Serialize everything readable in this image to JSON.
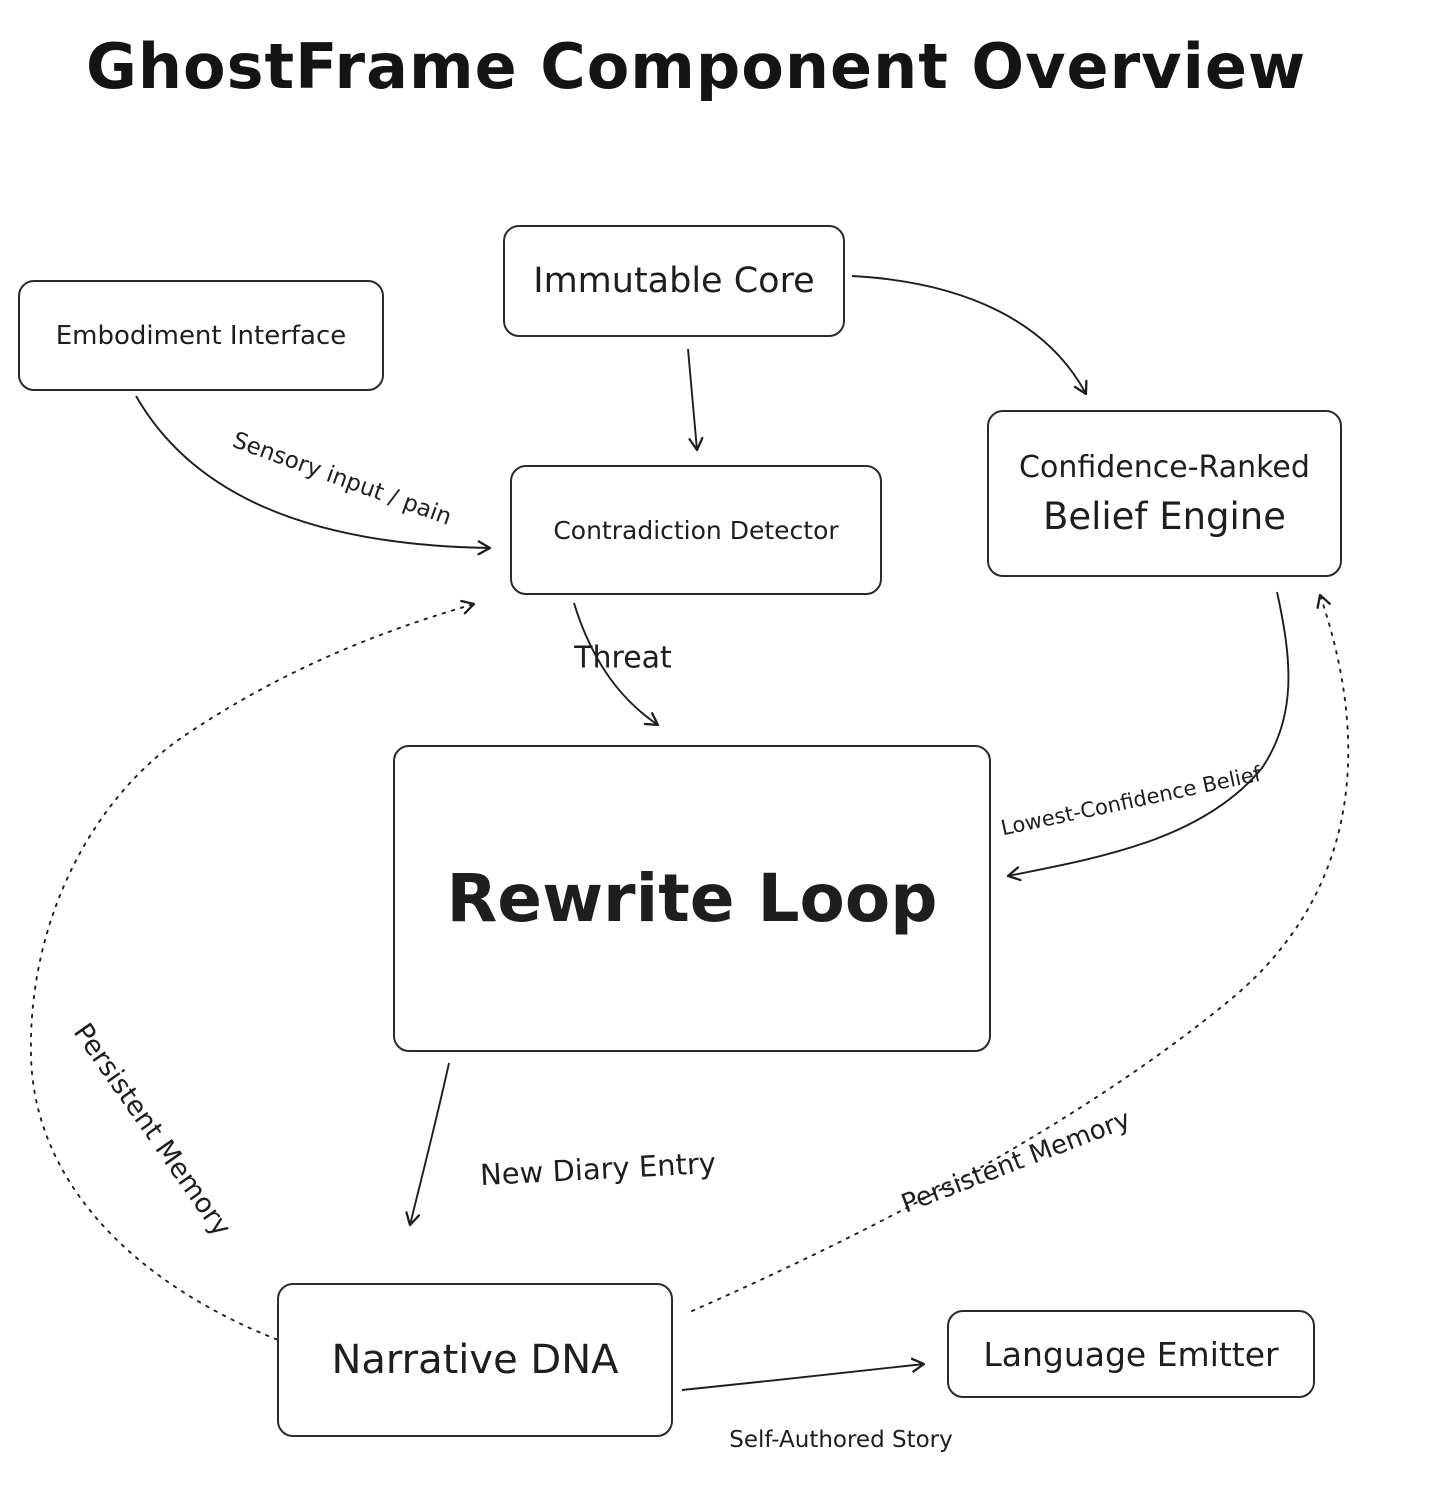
{
  "title": "GhostFrame Component Overview",
  "colors": {
    "ink": "#1e1e1e",
    "background": "#ffffff"
  },
  "nodes": {
    "embodiment_interface": {
      "label": "Embodiment Interface"
    },
    "immutable_core": {
      "label": "Immutable Core"
    },
    "contradiction_detector": {
      "label": "Contradiction Detector"
    },
    "belief_engine": {
      "line1": "Confidence-Ranked",
      "line2": "Belief Engine"
    },
    "rewrite_loop": {
      "label": "Rewrite Loop"
    },
    "narrative_dna": {
      "label": "Narrative DNA"
    },
    "language_emitter": {
      "label": "Language Emitter"
    }
  },
  "edges": [
    {
      "from": "Embodiment Interface",
      "to": "Contradiction Detector",
      "label": "Sensory input / pain",
      "style": "solid"
    },
    {
      "from": "Immutable Core",
      "to": "Contradiction Detector",
      "label": "",
      "style": "solid"
    },
    {
      "from": "Immutable Core",
      "to": "Confidence-Ranked Belief Engine",
      "label": "",
      "style": "solid"
    },
    {
      "from": "Contradiction Detector",
      "to": "Rewrite Loop",
      "label": "Threat",
      "style": "solid"
    },
    {
      "from": "Confidence-Ranked Belief Engine",
      "to": "Rewrite Loop",
      "label": "Lowest-Confidence Belief",
      "style": "solid"
    },
    {
      "from": "Rewrite Loop",
      "to": "Narrative DNA",
      "label": "New Diary Entry",
      "style": "solid"
    },
    {
      "from": "Narrative DNA",
      "to": "Language Emitter",
      "label": "Self-Authored Story",
      "style": "solid"
    },
    {
      "from": "Narrative DNA",
      "to": "Contradiction Detector",
      "label": "Persistent Memory",
      "style": "dotted"
    },
    {
      "from": "Narrative DNA",
      "to": "Confidence-Ranked Belief Engine",
      "label": "Persistent Memory",
      "style": "dotted"
    }
  ]
}
